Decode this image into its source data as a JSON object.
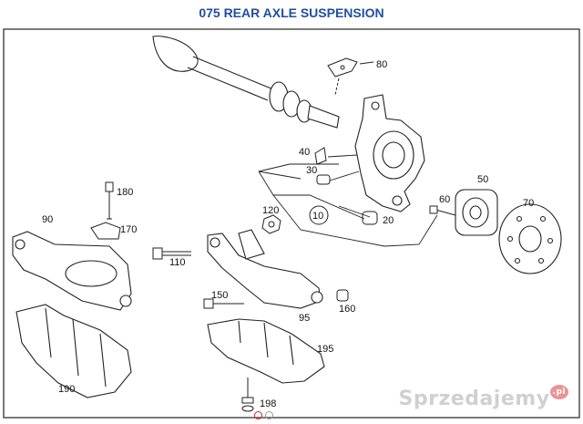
{
  "title": "075 REAR AXLE SUSPENSION",
  "parts": [
    {
      "id": "80",
      "label": "80"
    },
    {
      "id": "40",
      "label": "40"
    },
    {
      "id": "30",
      "label": "30"
    },
    {
      "id": "50",
      "label": "50"
    },
    {
      "id": "70",
      "label": "70"
    },
    {
      "id": "60",
      "label": "60"
    },
    {
      "id": "10",
      "label": "10"
    },
    {
      "id": "20",
      "label": "20"
    },
    {
      "id": "180",
      "label": "180"
    },
    {
      "id": "120",
      "label": "120"
    },
    {
      "id": "90",
      "label": "90"
    },
    {
      "id": "170",
      "label": "170"
    },
    {
      "id": "110",
      "label": "110"
    },
    {
      "id": "150",
      "label": "150"
    },
    {
      "id": "95",
      "label": "95"
    },
    {
      "id": "160",
      "label": "160"
    },
    {
      "id": "195",
      "label": "195"
    },
    {
      "id": "190",
      "label": "190"
    },
    {
      "id": "198",
      "label": "198"
    }
  ],
  "watermark": {
    "text": "Sprzedajemy",
    "suffix": ".pl"
  },
  "colors": {
    "title": "#1f4fa0",
    "line": "#222222"
  }
}
